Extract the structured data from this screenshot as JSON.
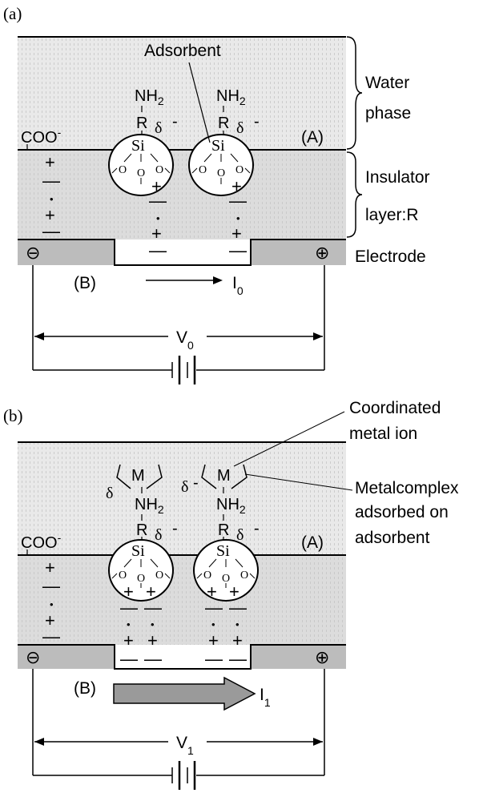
{
  "panel_a": {
    "tag": "(a)",
    "adsorbent": "Adsorbent",
    "water_phase": [
      "Water",
      "phase"
    ],
    "insulator": [
      "Insulator",
      "layer:R"
    ],
    "electrode": "Electrode",
    "interface": "(A)",
    "channel": "(B)",
    "current": "I",
    "current_sub": "0",
    "voltage": "V",
    "voltage_sub": "0"
  },
  "panel_b": {
    "tag": "(b)",
    "coordinated": [
      "Coordinated",
      "metal ion"
    ],
    "metalcomplex": [
      "Metalcomplex",
      "adsorbed on",
      "adsorbent"
    ],
    "interface": "(A)",
    "channel": "(B)",
    "current": "I",
    "current_sub": "1",
    "voltage": "V",
    "voltage_sub": "1"
  },
  "chem": {
    "carboxylate": "COO",
    "charge_minus": "-",
    "amine": "NH",
    "amine_sub": "2",
    "residue": "R",
    "delta": "δ",
    "silicon": "Si",
    "oxygen": "O",
    "metal": "M"
  },
  "signs": {
    "plus": "+",
    "minus": "—",
    "dot": "•",
    "electrode_neg": "⊖",
    "electrode_pos": "⊕"
  },
  "colors": {
    "water": "#e9e9e9",
    "insulator": "#dcdcdc",
    "electrode": "#bcbcbc",
    "line": "#000000",
    "arrow_fill": "#9a9a9a"
  }
}
